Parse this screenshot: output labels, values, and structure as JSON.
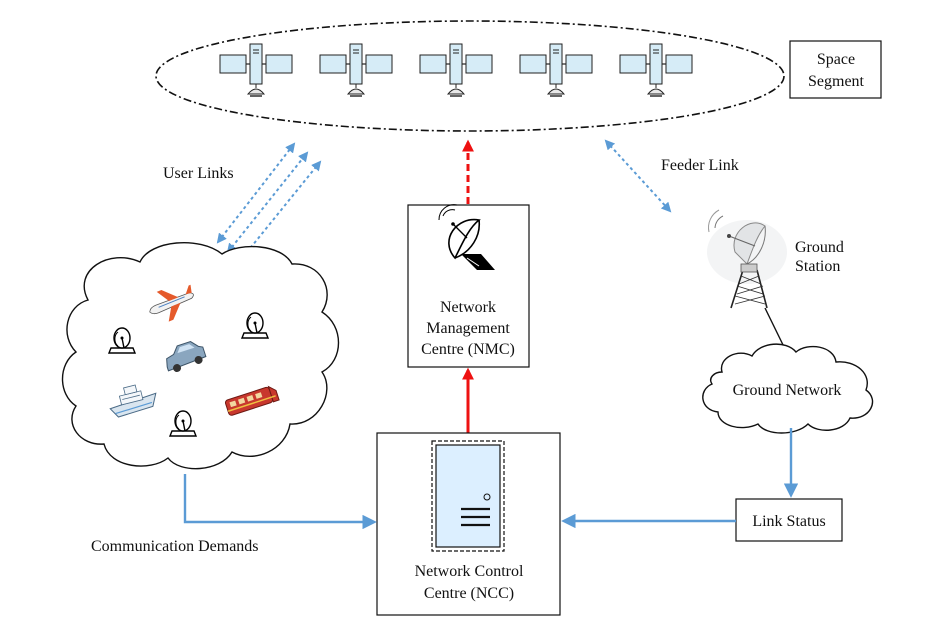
{
  "space_segment": {
    "label_line1": "Space",
    "label_line2": "Segment",
    "satellite_count": 5,
    "satellite_icon": "satellite-icon"
  },
  "links": {
    "user_links": "User Links",
    "feeder_link": "Feeder Link"
  },
  "ground_station": {
    "label_line1": "Ground",
    "label_line2": "Station",
    "icon": "antenna-tower-icon"
  },
  "ground_network": {
    "label": "Ground Network"
  },
  "link_status": {
    "label": "Link Status"
  },
  "nmc": {
    "line1": "Network",
    "line2": "Management",
    "line3": "Centre (NMC)",
    "icon": "satellite-dish-icon"
  },
  "ncc": {
    "line1": "Network Control",
    "line2": "Centre (NCC)",
    "icon": "server-icon"
  },
  "communication_demands": {
    "label": "Communication Demands"
  },
  "users_cloud": {
    "icons": [
      "airplane-icon",
      "terminal-icon",
      "car-icon",
      "ship-icon",
      "train-icon",
      "terminal-icon",
      "terminal-icon"
    ]
  },
  "colors": {
    "link_blue": "#5b9bd5",
    "flow_blue": "#5b9bd5",
    "control_red": "#ee1111",
    "satellite_panel": "#d6ecf7",
    "server_fill": "#dcefff"
  }
}
